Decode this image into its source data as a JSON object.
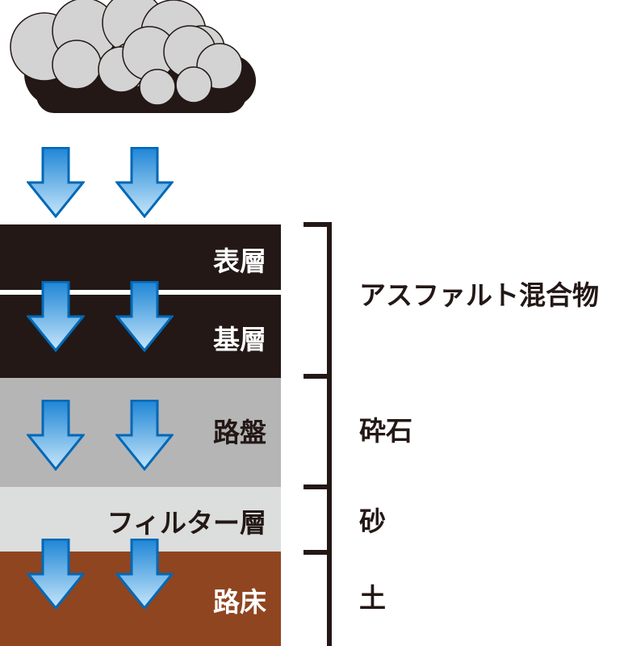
{
  "layers": [
    {
      "label": "表層",
      "color": "#231815",
      "text_color": "#ffffff"
    },
    {
      "label": "基層",
      "color": "#231815",
      "text_color": "#ffffff"
    },
    {
      "label": "路盤",
      "color": "#b5b5b6",
      "text_color": "#231815"
    },
    {
      "label": "フィルター層",
      "color": "#dcdddd",
      "text_color": "#231815"
    },
    {
      "label": "路床",
      "color": "#8f4520",
      "text_color": "#ffffff"
    }
  ],
  "materials": [
    {
      "label": "アスファルト混合物"
    },
    {
      "label": "砕石"
    },
    {
      "label": "砂"
    },
    {
      "label": "土"
    }
  ],
  "colors": {
    "cloud_fill": "#d3d3d4",
    "cloud_shadow": "#231815",
    "arrow_top": "#1f86d6",
    "arrow_bottom": "#c6e6fa",
    "arrow_outline": "#0068b7",
    "bracket": "#231815",
    "divider": "#ffffff"
  },
  "icons": {
    "cloud": "rain-cloud-icon",
    "arrow": "down-arrow-icon"
  }
}
